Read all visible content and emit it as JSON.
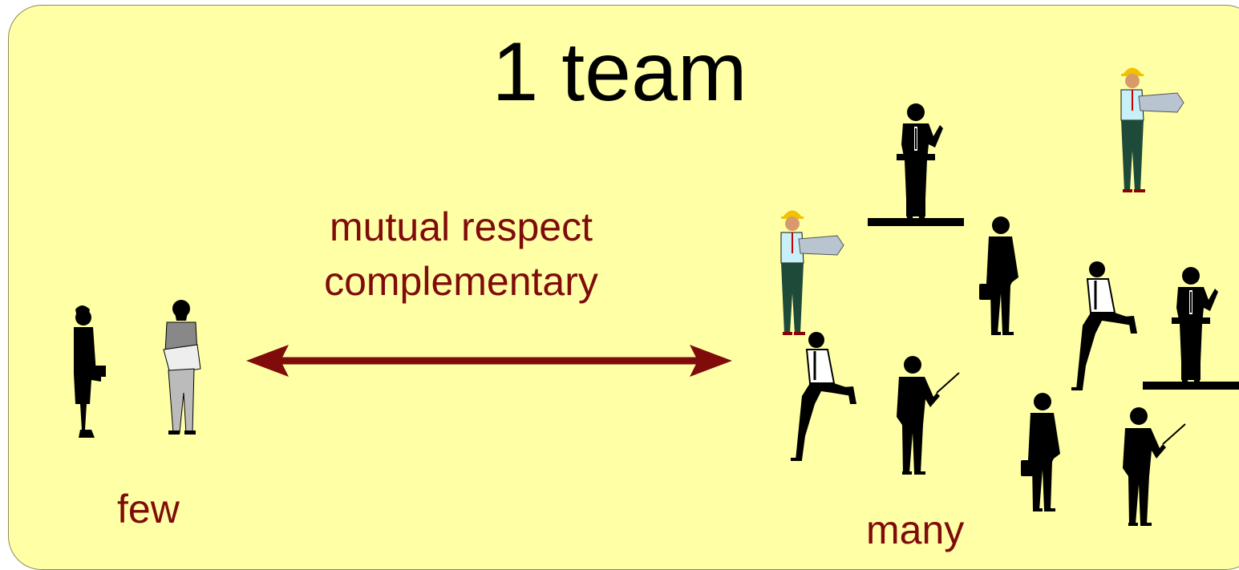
{
  "title": "1 team",
  "relationship": {
    "line1": "mutual respect",
    "line2": "complementary"
  },
  "groups": {
    "few": "few",
    "many": "many"
  },
  "colors": {
    "background": "#ffffa6",
    "accent": "#7f0b0b",
    "silhouette": "#000000",
    "hard_hat": "#f2c200",
    "shirt": "#c8f0f8",
    "trousers": "#1e4a3a"
  },
  "icons": [
    "woman-with-briefcase-icon",
    "bearded-man-icon",
    "worker-hard-hat-icon",
    "speaker-at-podium-icon",
    "businessman-briefcase-icon",
    "man-on-phone-icon",
    "presenter-with-pointer-icon"
  ]
}
